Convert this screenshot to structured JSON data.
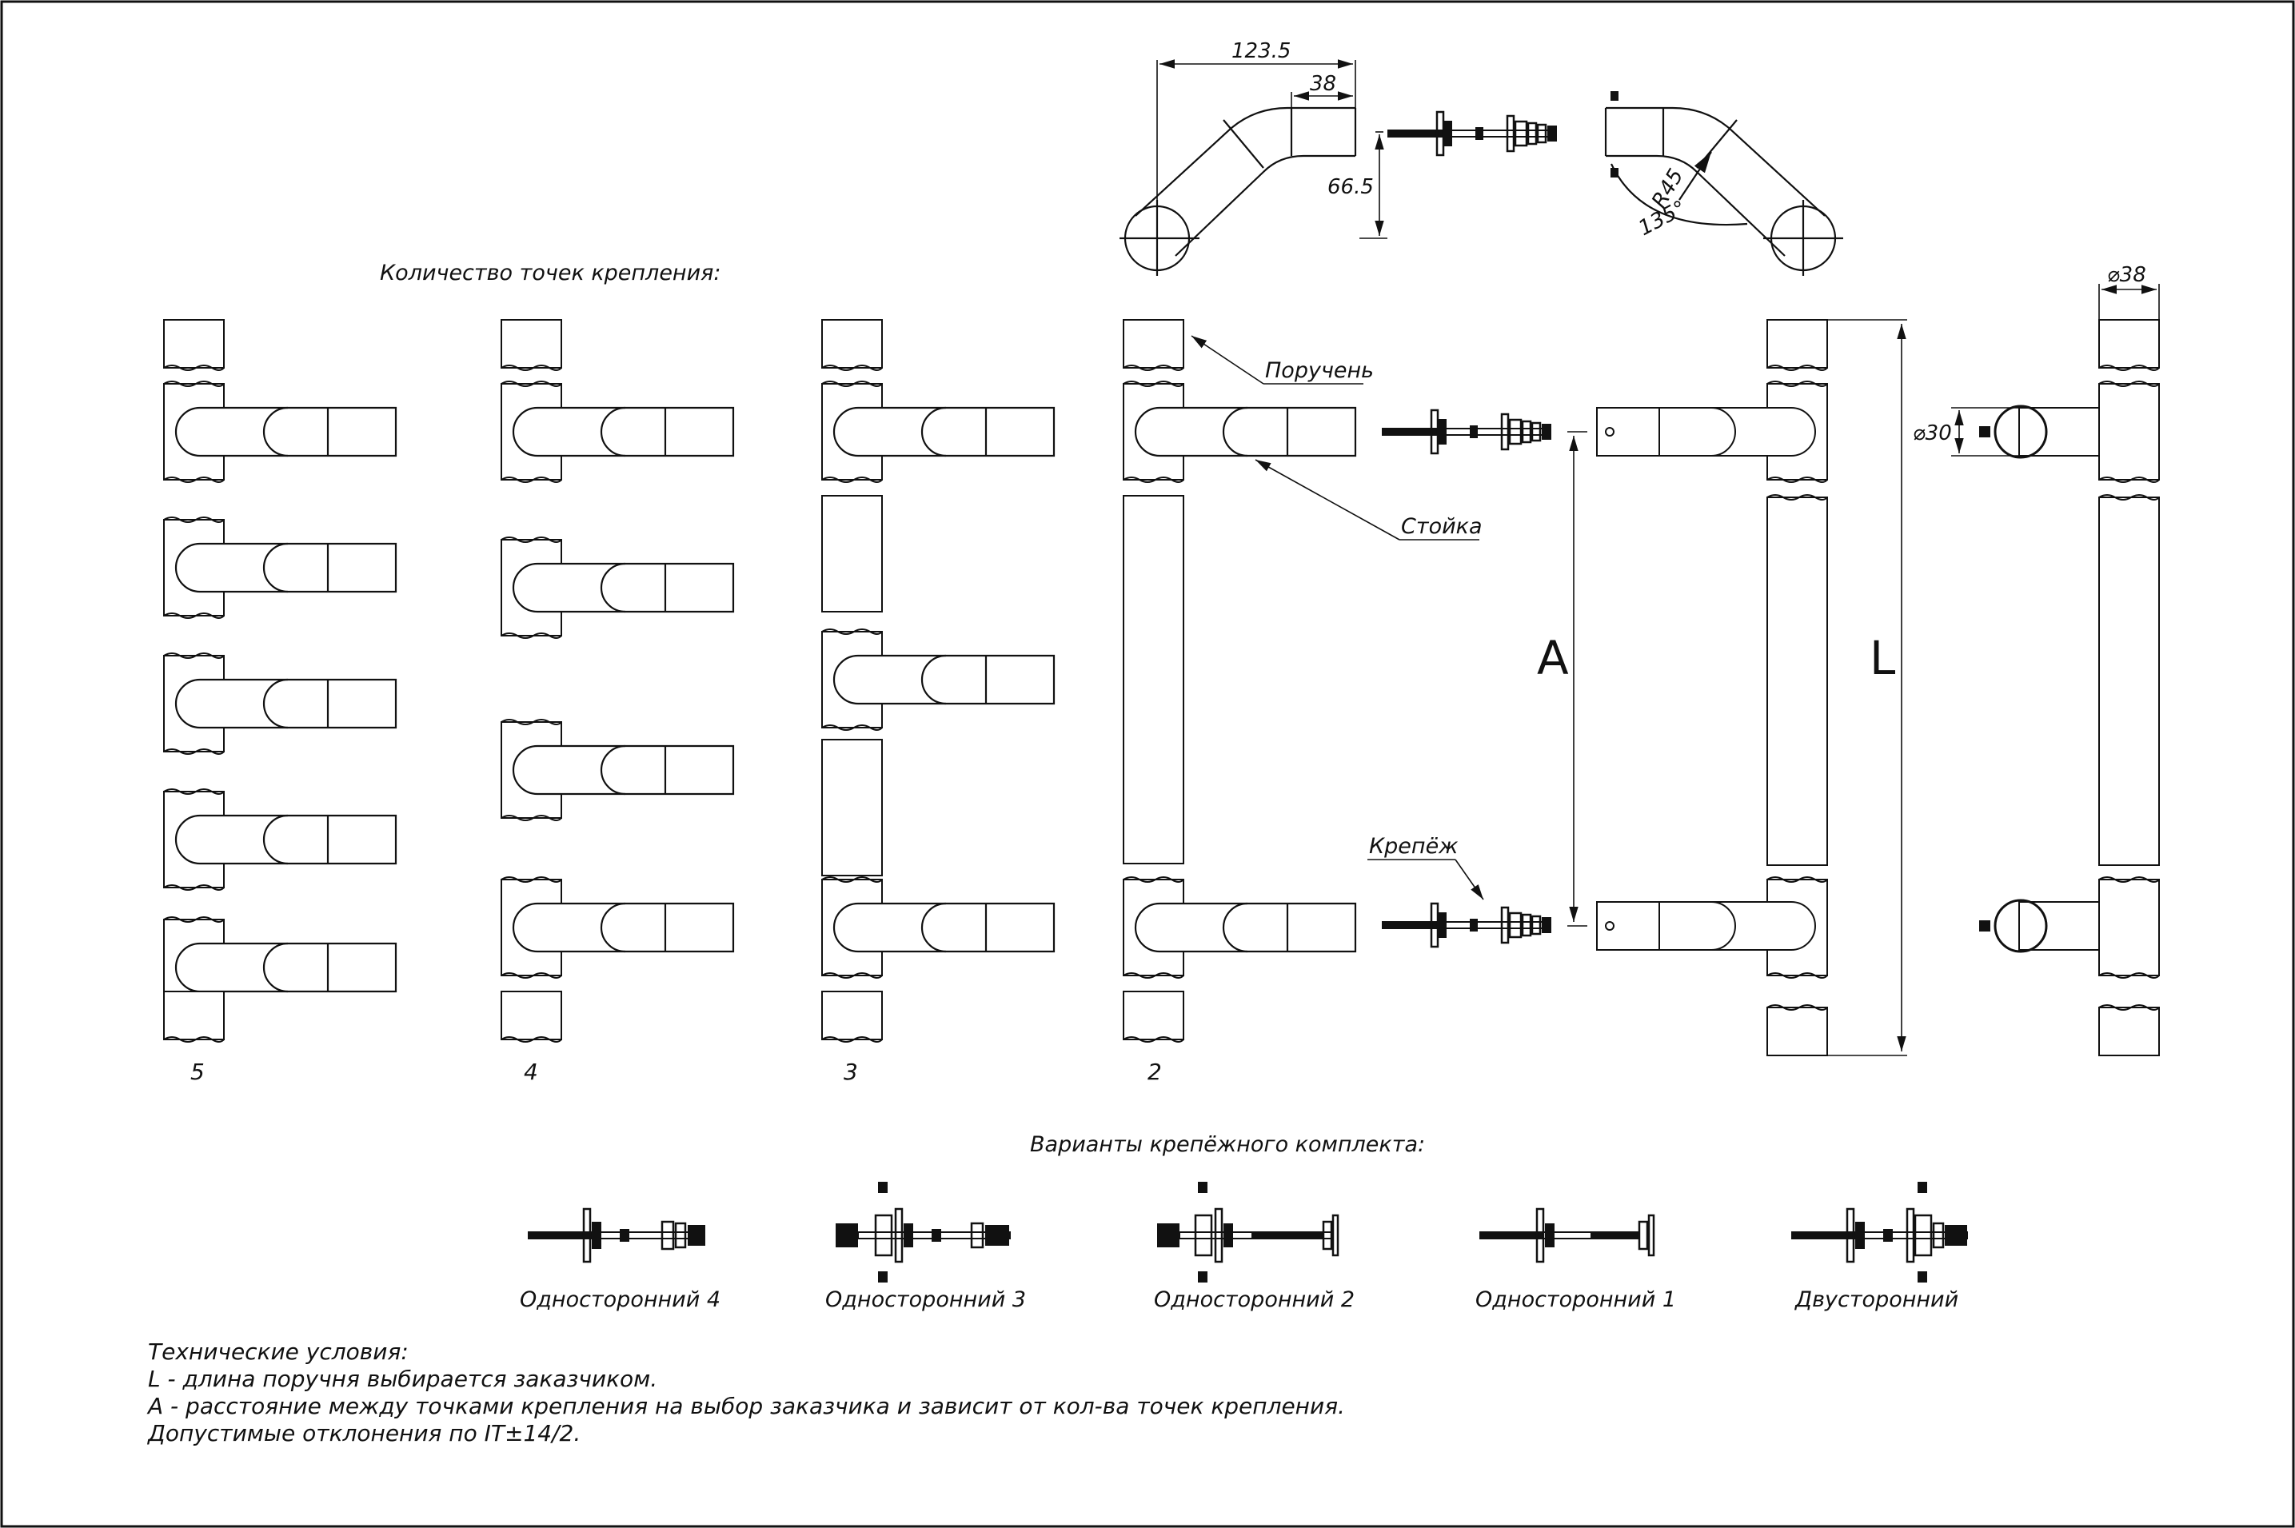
{
  "dimensions": {
    "overall_length": "123.5",
    "tube_length": "38",
    "height": "66.5",
    "bend_radius": "R45",
    "bend_angle": "135°",
    "rail_diameter": "⌀38",
    "post_diameter": "⌀30",
    "spacing_symbol": "A",
    "length_symbol": "L"
  },
  "labels": {
    "mount_points_title": "Количество точек крепления:",
    "handrail": "Поручень",
    "post": "Стойка",
    "fastener": "Крепёж",
    "kit_variants_title": "Варианты крепёжного комплекта:"
  },
  "mount_counts": [
    "5",
    "4",
    "3",
    "2"
  ],
  "kit_variants": [
    "Односторонний 4",
    "Односторонний 3",
    "Односторонний 2",
    "Односторонний 1",
    "Двусторонний"
  ],
  "notes": {
    "title": "Технические условия:",
    "lines": [
      "L - длина поручня выбирается заказчиком.",
      "A - расстояние между точками крепления на выбор заказчика и зависит от кол-ва точек крепления.",
      "Допустимые отклонения по IT±14/2."
    ]
  }
}
